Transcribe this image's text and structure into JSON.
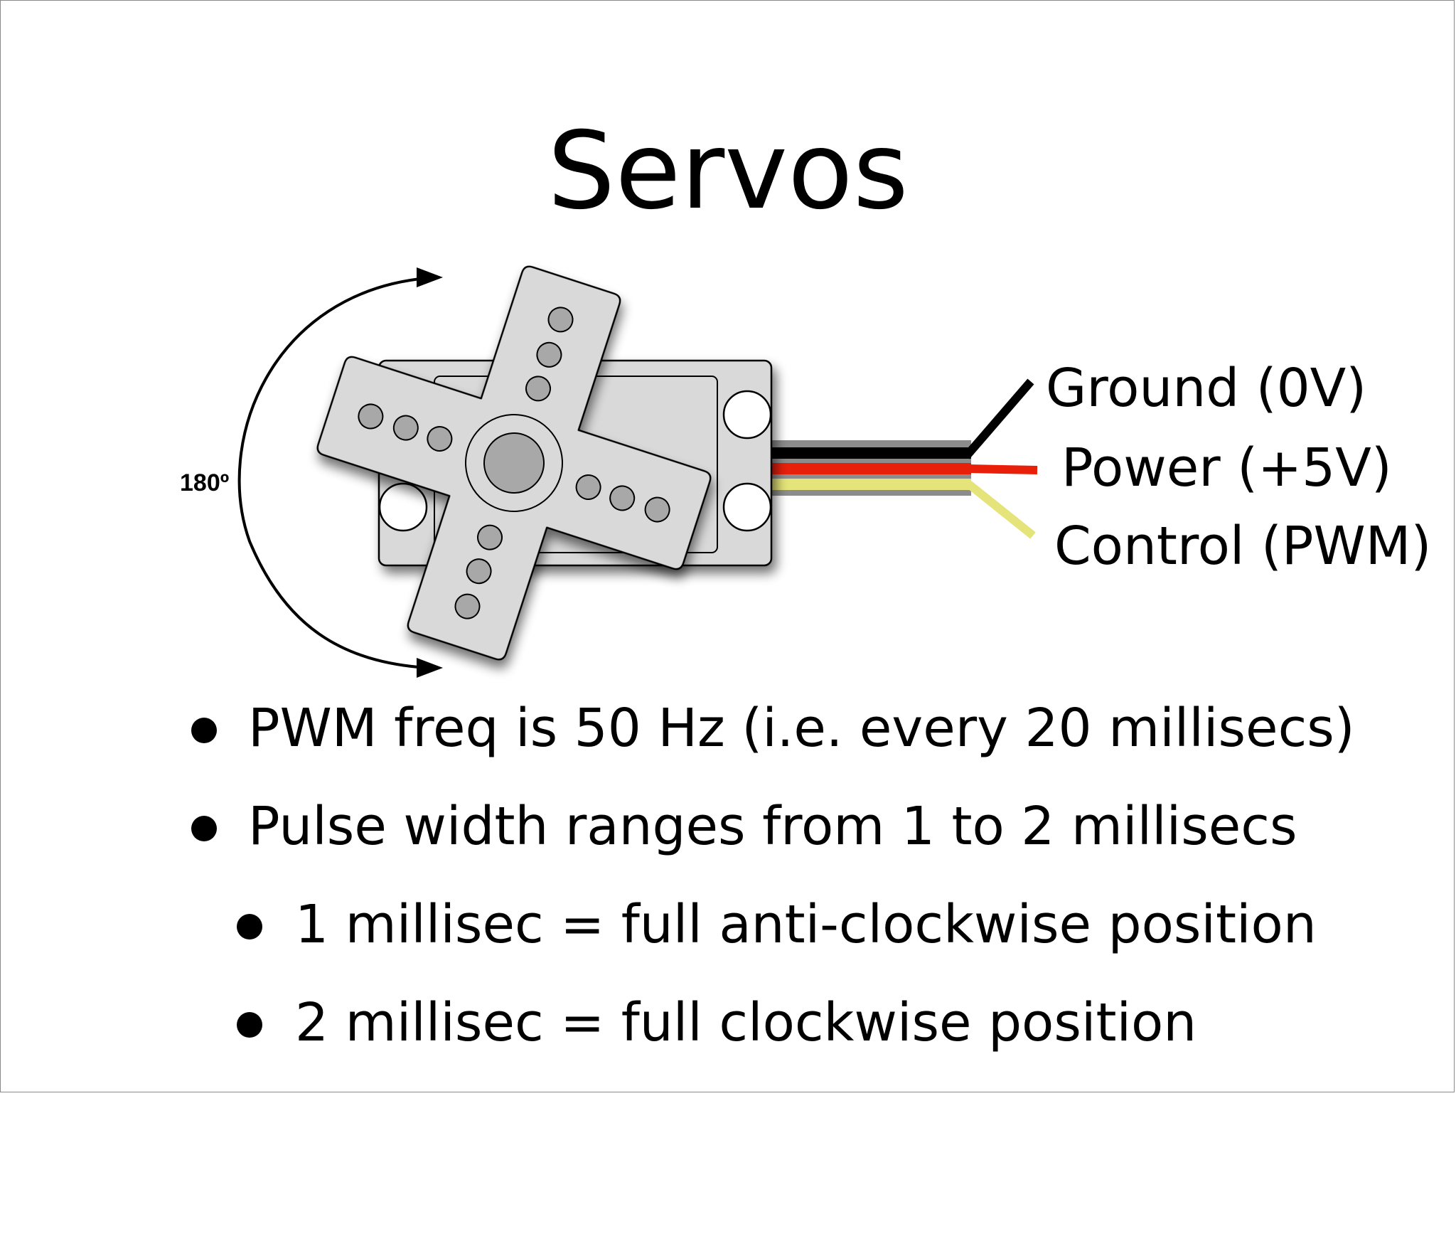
{
  "slide": {
    "title": "Servos",
    "angle_label": "180º",
    "wires": [
      {
        "label": "Ground (0V)",
        "color": "#000000"
      },
      {
        "label": "Power (+5V)",
        "color": "#e8200a"
      },
      {
        "label": "Control (PWM)",
        "color": "#e4e47a"
      }
    ],
    "bullets": [
      {
        "text": "PWM freq is 50 Hz (i.e. every 20 millisecs)",
        "level": 1
      },
      {
        "text": "Pulse width ranges from 1 to 2 millisecs",
        "level": 1
      },
      {
        "text": "1 millisec = full anti-clockwise position",
        "level": 2
      },
      {
        "text": "2 millisec = full clockwise position",
        "level": 2
      }
    ]
  }
}
